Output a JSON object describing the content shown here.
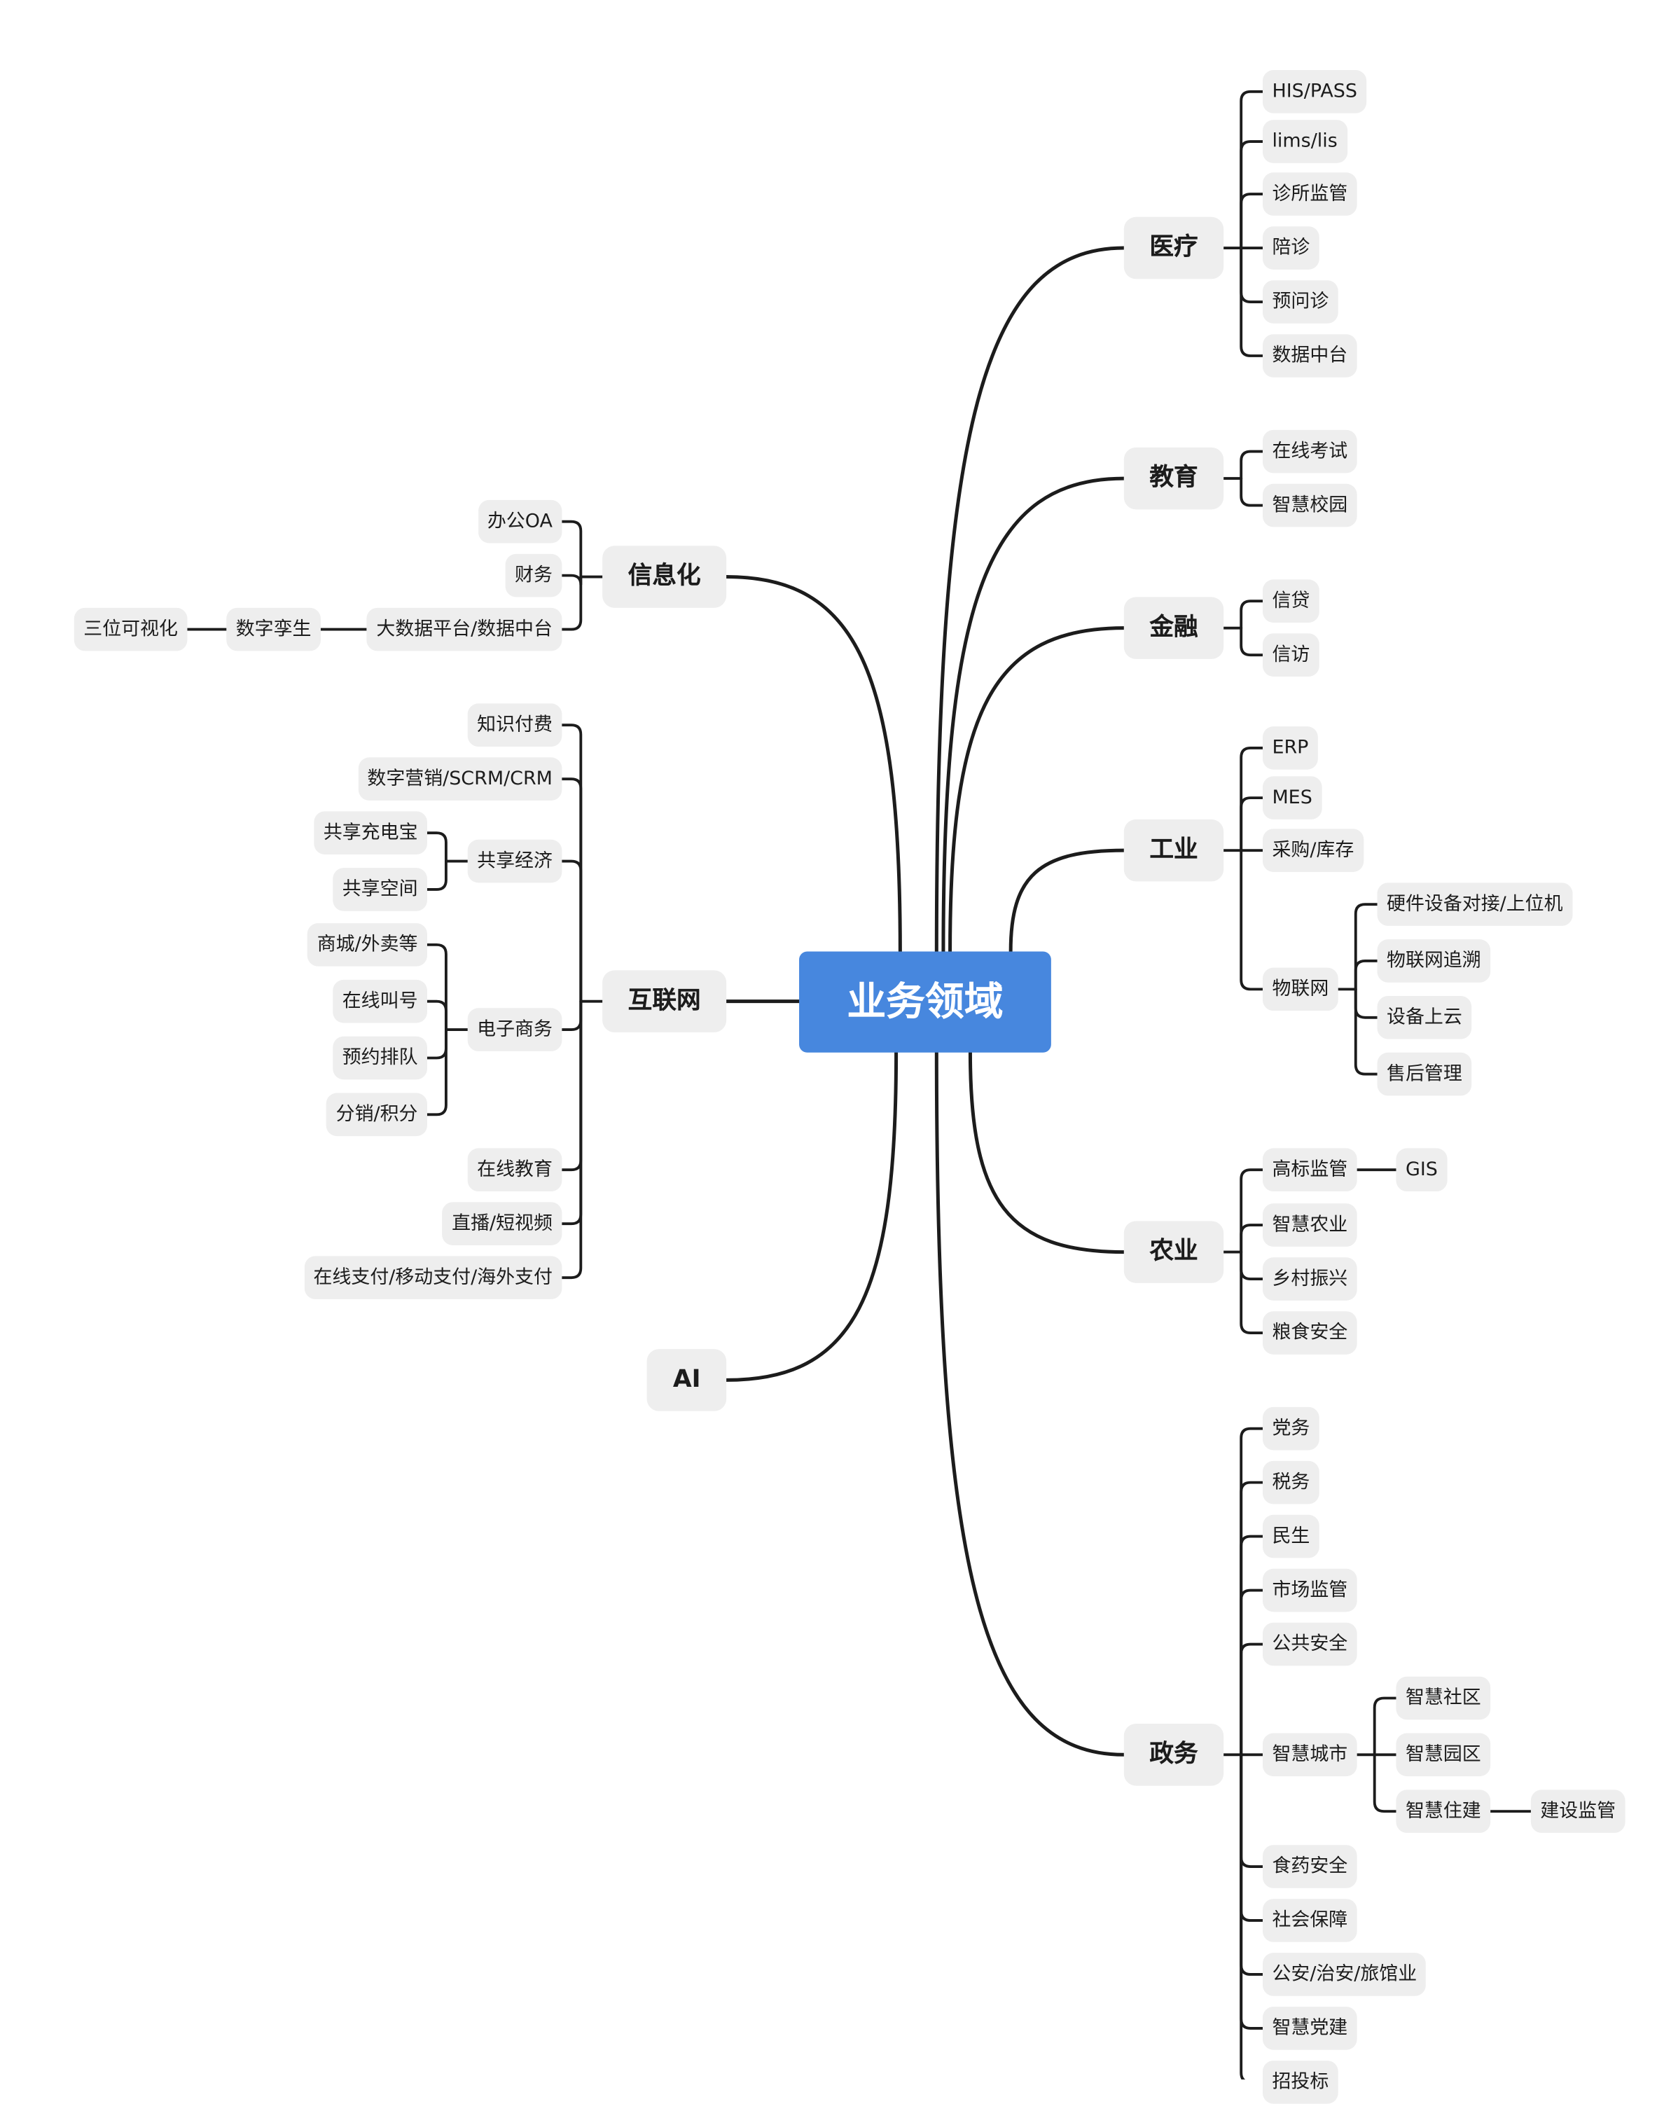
{
  "center": "业务领域",
  "colors": {
    "center": "#4787de",
    "node_bg": "#eeeeee",
    "line": "#1c1c1c"
  },
  "right": [
    {
      "label": "医疗",
      "children": [
        {
          "label": "HIS/PASS"
        },
        {
          "label": "lims/lis"
        },
        {
          "label": "诊所监管"
        },
        {
          "label": "陪诊"
        },
        {
          "label": "预问诊"
        },
        {
          "label": "数据中台"
        }
      ]
    },
    {
      "label": "教育",
      "children": [
        {
          "label": "在线考试"
        },
        {
          "label": "智慧校园"
        }
      ]
    },
    {
      "label": "金融",
      "children": [
        {
          "label": "信贷"
        },
        {
          "label": "信访"
        }
      ]
    },
    {
      "label": "工业",
      "children": [
        {
          "label": "ERP"
        },
        {
          "label": "MES"
        },
        {
          "label": "采购/库存"
        },
        {
          "label": "物联网",
          "children": [
            {
              "label": "硬件设备对接/上位机"
            },
            {
              "label": "物联网追溯"
            },
            {
              "label": "设备上云"
            },
            {
              "label": "售后管理"
            }
          ]
        }
      ]
    },
    {
      "label": "农业",
      "children": [
        {
          "label": "高标监管",
          "children": [
            {
              "label": "GIS"
            }
          ]
        },
        {
          "label": "智慧农业"
        },
        {
          "label": "乡村振兴"
        },
        {
          "label": "粮食安全"
        }
      ]
    },
    {
      "label": "政务",
      "children": [
        {
          "label": "党务"
        },
        {
          "label": "税务"
        },
        {
          "label": "民生"
        },
        {
          "label": "市场监管"
        },
        {
          "label": "公共安全"
        },
        {
          "label": "智慧城市",
          "children": [
            {
              "label": "智慧社区"
            },
            {
              "label": "智慧园区"
            },
            {
              "label": "智慧住建",
              "children": [
                {
                  "label": "建设监管"
                }
              ]
            }
          ]
        },
        {
          "label": "食药安全"
        },
        {
          "label": "社会保障"
        },
        {
          "label": "公安/治安/旅馆业"
        },
        {
          "label": "智慧党建"
        },
        {
          "label": "招投标"
        }
      ]
    }
  ],
  "left": [
    {
      "label": "信息化",
      "children": [
        {
          "label": "办公OA"
        },
        {
          "label": "财务"
        },
        {
          "label": "大数据平台/数据中台",
          "children": [
            {
              "label": "数字孪生",
              "children": [
                {
                  "label": "三位可视化"
                }
              ]
            }
          ]
        }
      ]
    },
    {
      "label": "互联网",
      "children": [
        {
          "label": "知识付费"
        },
        {
          "label": "数字营销/SCRM/CRM"
        },
        {
          "label": "共享经济",
          "children": [
            {
              "label": "共享充电宝"
            },
            {
              "label": "共享空间"
            }
          ]
        },
        {
          "label": "电子商务",
          "children": [
            {
              "label": "商城/外卖等"
            },
            {
              "label": "在线叫号"
            },
            {
              "label": "预约排队"
            },
            {
              "label": "分销/积分"
            }
          ]
        },
        {
          "label": "在线教育"
        },
        {
          "label": "直播/短视频"
        },
        {
          "label": "在线支付/移动支付/海外支付"
        }
      ]
    },
    {
      "label": "AI"
    }
  ]
}
